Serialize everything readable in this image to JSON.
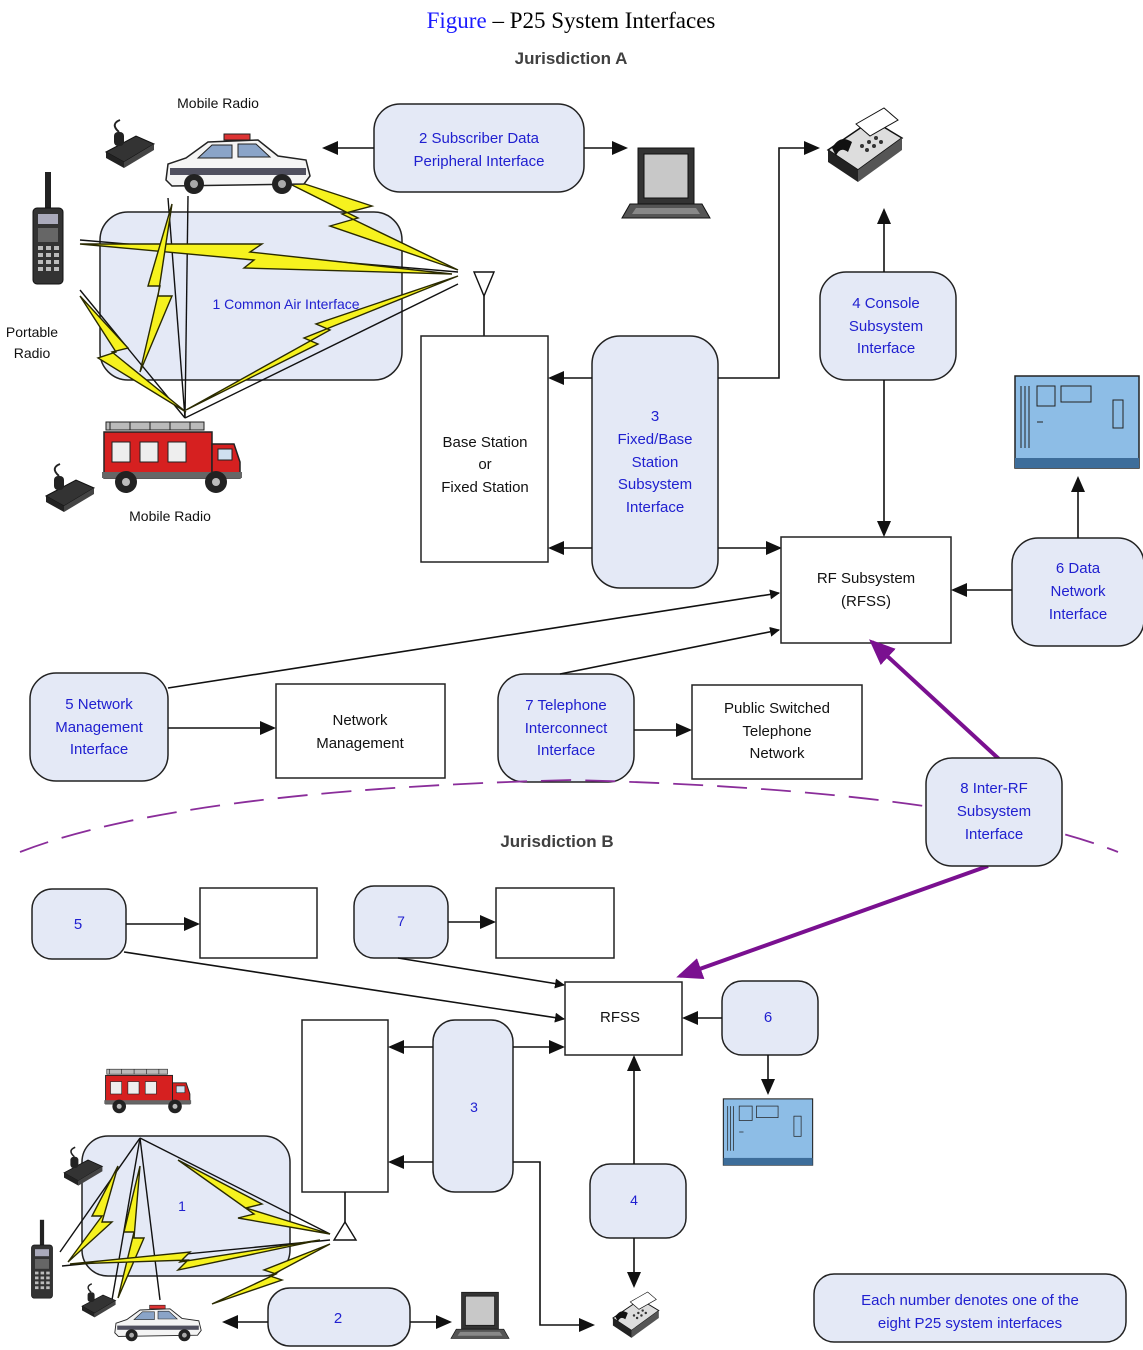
{
  "title": {
    "link": "Figure",
    "rest": " – P25 System Interfaces"
  },
  "jurisdiction_a": {
    "label": "Jurisdiction A",
    "mobile_radio_top": "Mobile Radio",
    "mobile_radio_bottom": "Mobile Radio",
    "portable_radio": [
      "Portable",
      "Radio"
    ],
    "iface1": "1 Common Air Interface",
    "iface2": [
      "2 Subscriber Data",
      "Peripheral Interface"
    ],
    "iface3": [
      "3",
      "Fixed/Base",
      "Station",
      "Subsystem",
      "Interface"
    ],
    "iface4": [
      "4 Console",
      "Subsystem",
      "Interface"
    ],
    "iface5": [
      "5 Network",
      "Management",
      "Interface"
    ],
    "iface6": [
      "6 Data",
      "Network",
      "Interface"
    ],
    "iface7": [
      "7 Telephone",
      "Interconnect",
      "Interface"
    ],
    "iface8": [
      "8 Inter-RF",
      "Subsystem",
      "Interface"
    ],
    "base_station": [
      "Base Station",
      "or",
      "Fixed Station"
    ],
    "rfss": [
      "RF Subsystem",
      "(RFSS)"
    ],
    "network_management": [
      "Network",
      "Management"
    ],
    "pstn": [
      "Public Switched",
      "Telephone",
      "Network"
    ]
  },
  "jurisdiction_b": {
    "label": "Jurisdiction B",
    "iface1": "1",
    "iface2": "2",
    "iface3": "3",
    "iface4": "4",
    "iface5": "5",
    "iface6": "6",
    "iface7": "7",
    "rfss": "RFSS"
  },
  "note": [
    "Each number denotes one of the",
    "eight P25 system interfaces"
  ],
  "icons": [
    "police-car-icon",
    "fire-truck-icon",
    "portable-radio-icon",
    "mobile-radio-icon",
    "laptop-icon",
    "fax-console-icon",
    "data-server-icon",
    "antenna-icon"
  ],
  "colors": {
    "interface_fill": "#e4e9f6",
    "interface_text": "#2020d0",
    "inter_rf_link": "#7a1090",
    "lightning": "#f6f21e"
  }
}
